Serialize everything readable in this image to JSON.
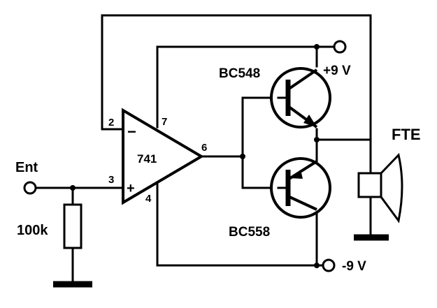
{
  "labels": {
    "input": "Ent",
    "resistor": "100k",
    "opamp": "741",
    "pin_inv": "2",
    "pin_noninv": "3",
    "pin_vpos": "7",
    "pin_vneg": "4",
    "pin_out": "6",
    "npn": "BC548",
    "pnp": "BC558",
    "vpos": "+9 V",
    "vneg": "-9 V",
    "speaker": "FTE",
    "minus_sign": "−",
    "plus_sign": "+"
  }
}
